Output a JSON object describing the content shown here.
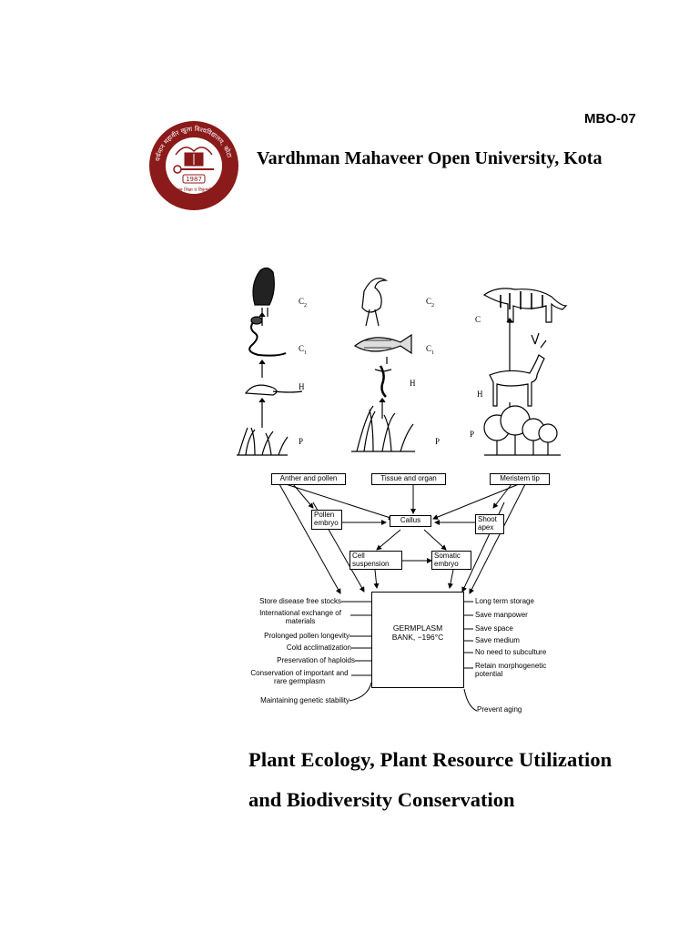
{
  "header": {
    "course_code": "MBO-07",
    "university": "Vardhman Mahaveer Open University, Kota"
  },
  "logo": {
    "ring_color": "#8b1a1a",
    "ring_text": "वर्धमान महावीर खुला विश्वविद्यालय, कोटा",
    "motto": "जन शिक्षा व विकुम्भो",
    "year": "1987"
  },
  "food_chains": [
    {
      "levels": [
        {
          "mark": "C2",
          "organism": "eagle"
        },
        {
          "mark": "C1",
          "organism": "snake"
        },
        {
          "mark": "H",
          "organism": "rat"
        },
        {
          "mark": "P",
          "organism": "grass"
        }
      ]
    },
    {
      "levels": [
        {
          "mark": "C2",
          "organism": "heron"
        },
        {
          "mark": "C1",
          "organism": "fish"
        },
        {
          "mark": "H",
          "organism": "insect larva"
        },
        {
          "mark": "P",
          "organism": "aquatic plants"
        }
      ]
    },
    {
      "levels": [
        {
          "mark": "C",
          "organism": "tiger"
        },
        {
          "mark": "H",
          "organism": "deer"
        },
        {
          "mark": "P",
          "organism": "shrubs"
        }
      ]
    }
  ],
  "diagram": {
    "sources": [
      "Anther and pollen",
      "Tissue and organ",
      "Meristem tip"
    ],
    "pollen_embryo": "Pollen embryo",
    "callus": "Callus",
    "shoot_apex": "Shoot apex",
    "cell_suspension": "Cell suspension",
    "somatic_embryo": "Somatic embryo",
    "bank_line1": "GERMPLASM",
    "bank_line2": "BANK, −196°C",
    "left_benefits": [
      "Store disease free stocks",
      "International exchange of materials",
      "Prolonged pollen longevity",
      "Cold acclimatization",
      "Preservation of haploids",
      "Conservation of important and rare germplasm",
      "Maintaining genetic stability"
    ],
    "right_benefits": [
      "Long term storage",
      "Save manpower",
      "Save space",
      "Save medium",
      "No need to subculture",
      "Retain morphogenetic potential",
      "Prevent aging"
    ]
  },
  "title": {
    "line1": "Plant Ecology, Plant Resource Utilization",
    "line2": "and Biodiversity Conservation"
  }
}
